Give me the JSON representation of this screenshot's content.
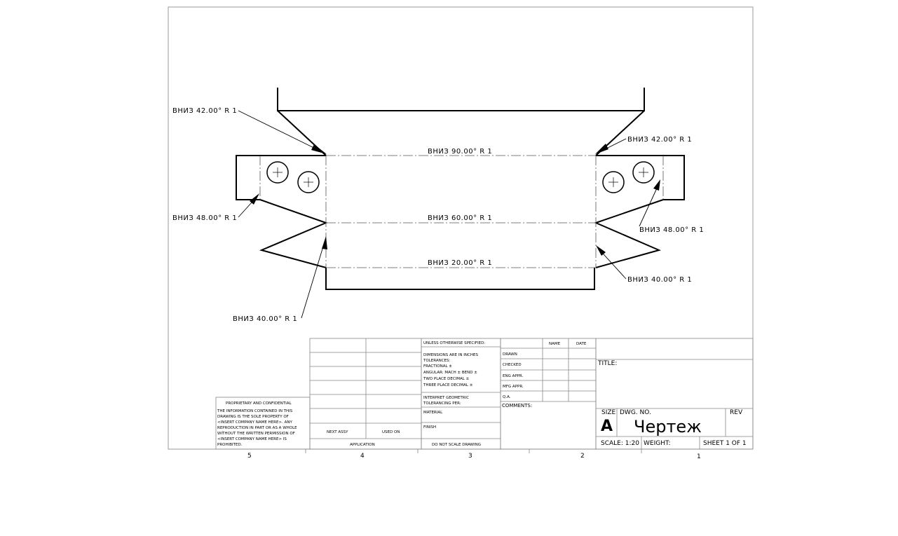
{
  "bend_notes": {
    "top_left_42": "ВНИЗ  42.00°  R 1",
    "top_right_42": "ВНИЗ  42.00°  R 1",
    "center_90": "ВНИЗ  90.00°  R 1",
    "left_48": "ВНИЗ  48.00°  R 1",
    "right_48": "ВНИЗ  48.00°  R 1",
    "center_60": "ВНИЗ  60.00°  R 1",
    "center_20": "ВНИЗ  20.00°  R 1",
    "right_40": "ВНИЗ  40.00°  R 1",
    "left_40": "ВНИЗ  40.00°  R 1"
  },
  "title_block": {
    "unless_specified": "UNLESS OTHERWISE SPECIFIED:",
    "name_header": "NAME",
    "date_header": "DATE",
    "dimensions": "DIMENSIONS ARE IN INCHES",
    "tolerances": "TOLERANCES:",
    "fractional": "FRACTIONAL ±",
    "angular": "ANGULAR: MACH ±    BEND ±",
    "two_place": "TWO PLACE DECIMAL    ±",
    "three_place": "THREE PLACE DECIMAL  ±",
    "interpret": "INTERPRET GEOMETRIC",
    "tolerancing": "TOLERANCING PER:",
    "material": "MATERIAL",
    "finish": "FINISH",
    "do_not_scale": "DO NOT SCALE DRAWING",
    "drawn": "DRAWN",
    "checked": "CHECKED",
    "eng_appr": "ENG APPR.",
    "mfg_appr": "MFG APPR.",
    "qa": "Q.A.",
    "comments": "COMMENTS:",
    "title_label": "TITLE:",
    "size_label": "SIZE",
    "size_value": "A",
    "dwg_no_label": "DWG.  NO.",
    "dwg_no_value": "Чертеж",
    "rev_label": "REV",
    "scale": "SCALE: 1:20",
    "weight": "WEIGHT:",
    "sheet": "SHEET 1 OF 1",
    "next_assy": "NEXT ASSY",
    "used_on": "USED ON",
    "application": "APPLICATION"
  },
  "proprietary": {
    "heading": "PROPRIETARY AND CONFIDENTIAL",
    "lines": [
      "THE INFORMATION CONTAINED IN THIS",
      "DRAWING IS THE SOLE PROPERTY OF",
      "<INSERT COMPANY NAME HERE>.  ANY",
      "REPRODUCTION IN PART OR AS A WHOLE",
      "WITHOUT THE WRITTEN PERMISSION OF",
      "<INSERT COMPANY NAME HERE> IS",
      "PROHIBITED."
    ]
  },
  "zones": [
    "5",
    "4",
    "3",
    "2",
    "1"
  ]
}
